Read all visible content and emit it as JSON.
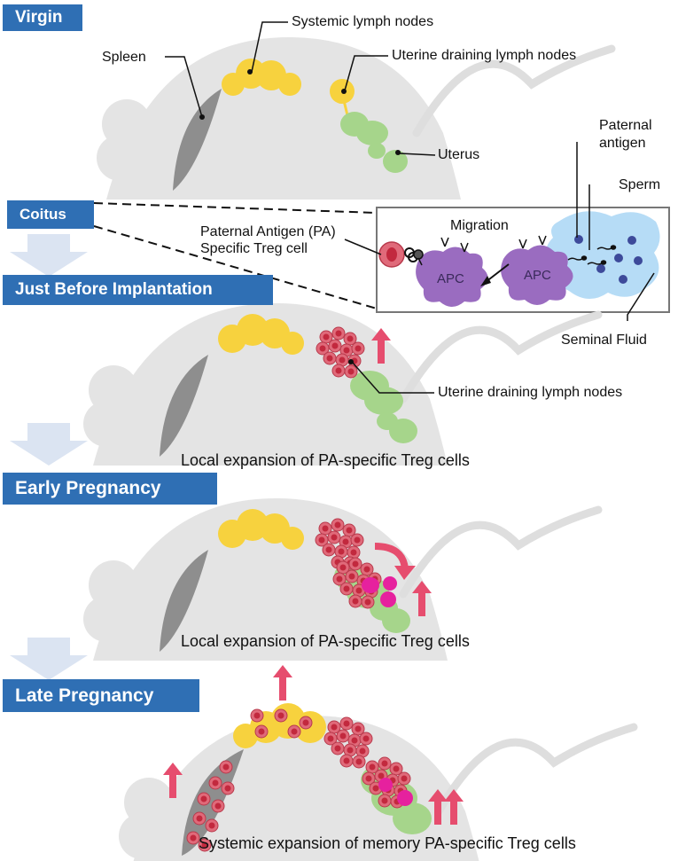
{
  "stages": {
    "virgin": "Virgin",
    "coitus": "Coitus",
    "just_before_implantation": "Just Before Implantation",
    "early_pregnancy": "Early Pregnancy",
    "late_pregnancy": "Late Pregnancy"
  },
  "labels": {
    "spleen": "Spleen",
    "systemic_lymph_nodes": "Systemic lymph nodes",
    "uterine_draining_lymph_nodes": "Uterine draining lymph nodes",
    "uterus": "Uterus",
    "paternal_antigen_line1": "Paternal",
    "paternal_antigen_line2": "antigen",
    "sperm": "Sperm",
    "migration": "Migration",
    "pa_treg_line1": "Paternal Antigen (PA)",
    "pa_treg_line2": "Specific Treg cell",
    "apc": "APC",
    "seminal_fluid": "Seminal Fluid"
  },
  "captions": {
    "just_before_implantation": "Local expansion of PA-specific Treg cells",
    "early_pregnancy": "Local expansion of PA-specific Treg cells",
    "late_pregnancy": "Systemic expansion of memory PA-specific Treg cells"
  },
  "colors": {
    "stage_label": "#2f6fb4",
    "stage_arrow": "#dbe4f2",
    "mouse_body": "#e4e4e4",
    "spleen": "#8e8e8e",
    "lymph_node": "#f7d23e",
    "uterus": "#a6d58b",
    "treg": "#e06a7a",
    "expansion_arrow": "#e64d6e",
    "apc": "#9a6cc0",
    "seminal_fluid": "#a9d6f5",
    "antigen": "#3d4a9a"
  }
}
